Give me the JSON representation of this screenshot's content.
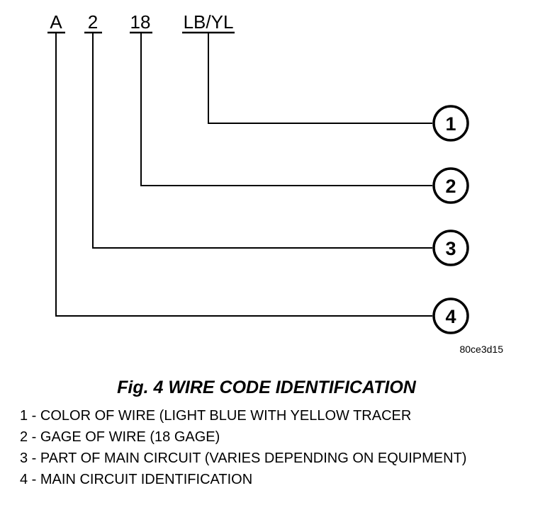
{
  "code": {
    "circuit": "A",
    "part": "2",
    "gage": "18",
    "color": "LB/YL"
  },
  "callouts": [
    "1",
    "2",
    "3",
    "4"
  ],
  "reference_id": "80ce3d15",
  "figure_title": "Fig. 4 WIRE CODE IDENTIFICATION",
  "legend": [
    "1 - COLOR OF WIRE (LIGHT BLUE WITH YELLOW TRACER",
    "2 - GAGE OF WIRE (18 GAGE)",
    "3 - PART OF MAIN CIRCUIT (VARIES DEPENDING ON EQUIPMENT)",
    "4 - MAIN CIRCUIT IDENTIFICATION"
  ]
}
